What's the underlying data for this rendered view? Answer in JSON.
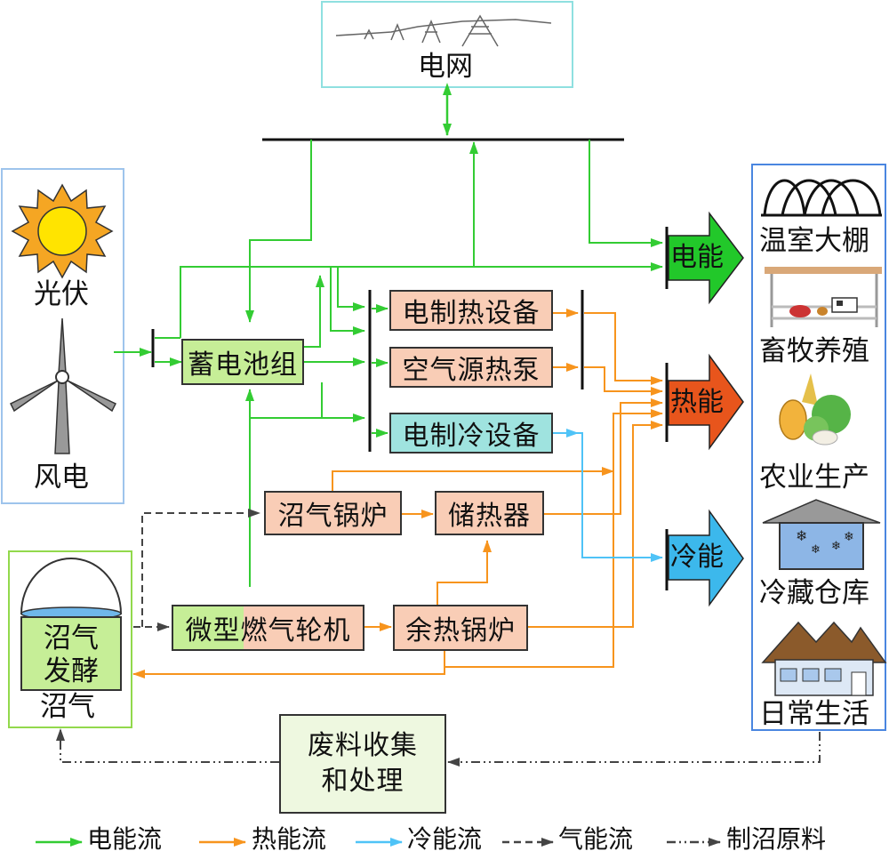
{
  "grid": {
    "label": "电网"
  },
  "sources": {
    "solar": "光伏",
    "wind": "风电"
  },
  "nodes": {
    "battery": "蓄电池组",
    "elec_heater": "电制热设备",
    "air_heat_pump": "空气源热泵",
    "elec_cooler": "电制冷设备",
    "biogas_boiler": "沼气锅炉",
    "heat_storage": "储热器",
    "micro_turbine": "微型燃气轮机",
    "waste_heat_boiler": "余热锅炉",
    "waste_treatment": [
      "废料收集",
      "和处理"
    ]
  },
  "digester": {
    "inner": [
      "沼气",
      "发酵"
    ],
    "label": "沼气"
  },
  "outputs": {
    "electric": "电能",
    "heat": "热能",
    "cold": "冷能"
  },
  "users": [
    "温室大棚",
    "畜牧养殖",
    "农业生产",
    "冷藏仓库",
    "日常生活"
  ],
  "legend": [
    {
      "label": "电能流"
    },
    {
      "label": "热能流"
    },
    {
      "label": "冷能流"
    },
    {
      "label": "气能流"
    },
    {
      "label": "制沼原料"
    }
  ],
  "colors": {
    "electric": "#33cc33",
    "heat": "#f7941d",
    "cold": "#4fc3f7",
    "gas": "#444444",
    "material": "#444444"
  }
}
